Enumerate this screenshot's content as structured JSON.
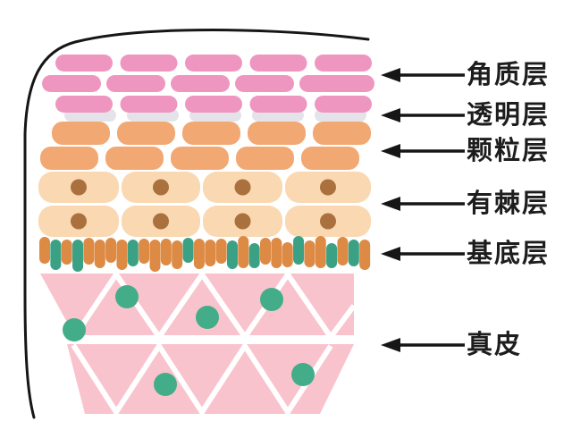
{
  "diagram": {
    "labels": [
      {
        "text": "角质层"
      },
      {
        "text": "透明层"
      },
      {
        "text": "颗粒层"
      },
      {
        "text": "有棘层"
      },
      {
        "text": "基底层"
      },
      {
        "text": "真皮"
      }
    ],
    "colors": {
      "background": "#ffffff",
      "outline_black": "#161616",
      "label_text": "#1d1d1d",
      "corneum_pink": "#ee96bf",
      "lucidum_gray": "#e5e3ea",
      "granulosum_orange": "#f2a873",
      "spinosum_peach": "#f9d8b2",
      "nucleus_brown": "#aa713e",
      "basale_orange": "#dd8a45",
      "basale_teal": "#3ba184",
      "dermis_pink": "#f9c3cd",
      "dermis_cell_teal": "#43ad89"
    }
  }
}
